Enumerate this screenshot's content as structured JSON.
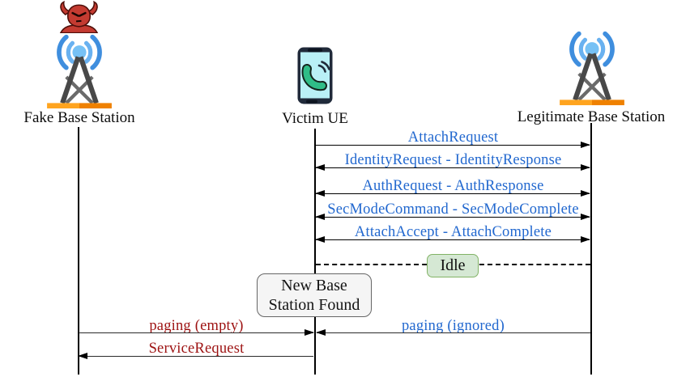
{
  "diagram_type": "sequence-diagram",
  "actors": [
    {
      "label": "Fake Base Station",
      "icon": "devil-cell-tower"
    },
    {
      "label": "Victim UE",
      "icon": "smartphone-call"
    },
    {
      "label": "Legitimate Base Station",
      "icon": "cell-tower"
    }
  ],
  "sequence": [
    {
      "label": "AttachRequest",
      "from": "Victim UE",
      "to": "Legitimate Base Station",
      "arrows": "right"
    },
    {
      "label": "IdentityRequest - IdentityResponse",
      "from": "Victim UE",
      "to": "Legitimate Base Station",
      "arrows": "both"
    },
    {
      "label": "AuthRequest - AuthResponse",
      "from": "Victim UE",
      "to": "Legitimate Base Station",
      "arrows": "both"
    },
    {
      "label": "SecModeCommand - SecModeComplete",
      "from": "Victim UE",
      "to": "Legitimate Base Station",
      "arrows": "both"
    },
    {
      "label": "AttachAccept - AttachComplete",
      "from": "Victim UE",
      "to": "Legitimate Base Station",
      "arrows": "both"
    }
  ],
  "idle_marker": {
    "label": "Idle"
  },
  "note": {
    "line1": "New Base",
    "line2": "Station Found"
  },
  "late": [
    {
      "label": "paging (empty)",
      "from": "Fake Base Station",
      "to": "Victim UE",
      "color": "dark_red"
    },
    {
      "label": "paging (ignored)",
      "from": "Legitimate Base Station",
      "to": "Victim UE",
      "color": "blue"
    },
    {
      "label": "ServiceRequest",
      "from": "Victim UE",
      "to": "Fake Base Station",
      "color": "dark_red"
    }
  ],
  "colors": {
    "message_blue": "#2268cf",
    "message_dark_red": "#9d1212",
    "idle_fill": "#d5e8d4",
    "idle_border": "#82b366",
    "note_fill": "#f5f5f5",
    "note_border": "#666666",
    "line_black": "#000000",
    "tower_wave_blue": "#3f8ede",
    "tower_gray": "#484848",
    "tower_base_orange": "#ffa41f",
    "devil_red": "#c43b31",
    "phone_screen_cyan": "#b9f0f6",
    "handset_green": "#2fbd87"
  }
}
